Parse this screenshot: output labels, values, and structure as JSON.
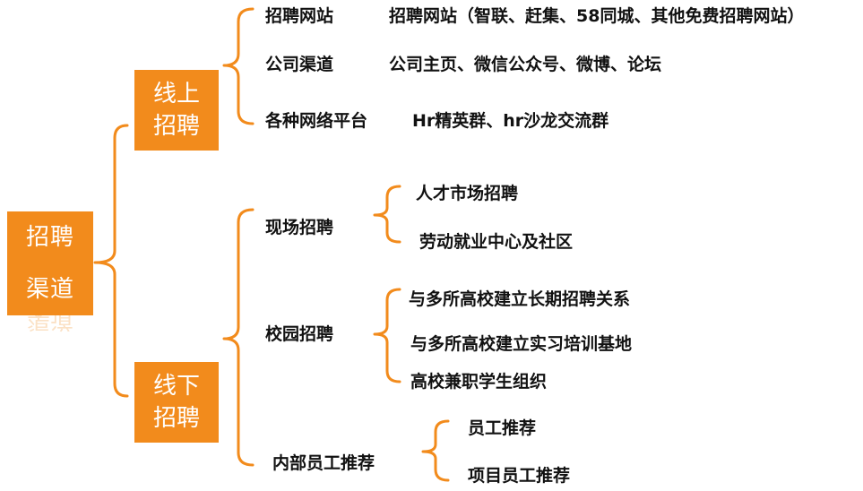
{
  "root": {
    "line1": "招聘",
    "line2": "渠道",
    "reflection": "渠道"
  },
  "online": {
    "line1": "线上",
    "line2": "招聘",
    "items": [
      {
        "label": "招聘网站",
        "detail": "招聘网站（智联、赶集、58同城、其他免费招聘网站）"
      },
      {
        "label": "公司渠道",
        "detail": "公司主页、微信公众号、微博、论坛"
      },
      {
        "label": "各种网络平台",
        "detail": "Hr精英群、hr沙龙交流群"
      }
    ]
  },
  "offline": {
    "line1": "线下",
    "line2": "招聘",
    "groups": [
      {
        "label": "现场招聘",
        "items": [
          "人才市场招聘",
          "劳动就业中心及社区"
        ]
      },
      {
        "label": "校园招聘",
        "items": [
          "与多所高校建立长期招聘关系",
          "与多所高校建立实习培训基地",
          "高校兼职学生组织"
        ]
      },
      {
        "label": "内部员工推荐",
        "items": [
          "员工推荐",
          "项目员工推荐"
        ]
      }
    ]
  },
  "colors": {
    "accent": "#f28b1c",
    "text": "#111111",
    "box_text": "#ffffff"
  }
}
